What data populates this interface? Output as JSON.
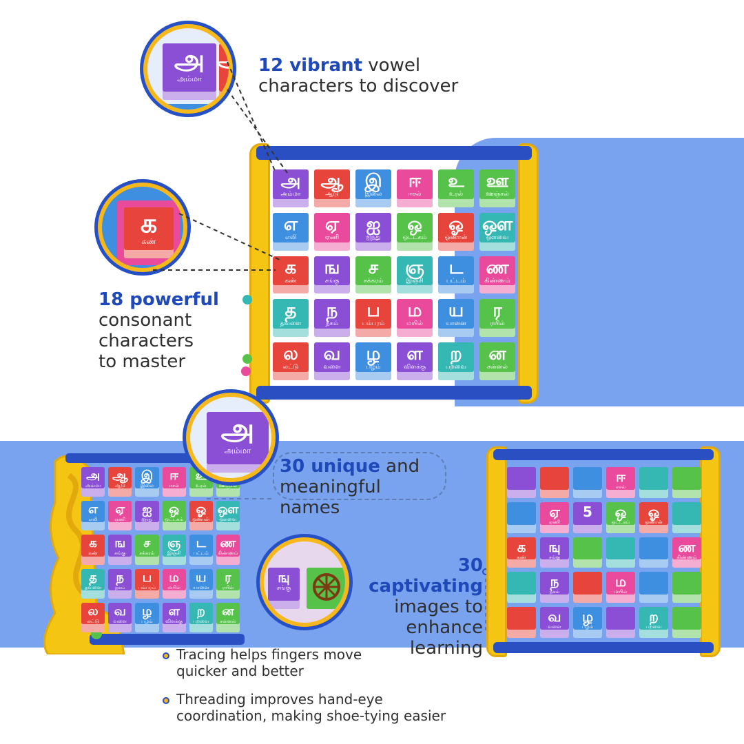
{
  "features": {
    "vowels": {
      "highlight": "12 vibrant",
      "rest1": " vowel",
      "rest2": "characters to discover"
    },
    "consonants": {
      "highlight": "18 powerful",
      "line2": "consonant",
      "line3": "characters",
      "line4": "to master"
    },
    "names": {
      "highlight": "30 unique",
      "rest1": " and",
      "rest2": "meaningful names"
    },
    "images": {
      "highlight": "30 captivating",
      "line2": "images to",
      "line3": "enhance learning"
    }
  },
  "bullets": [
    {
      "line1": "Tracing helps fingers move",
      "line2": "quicker and better"
    },
    {
      "line1": "Threading improves hand-eye",
      "line2": "coordination, making shoe-tying easier"
    }
  ],
  "callouts": {
    "vowel_zoom": {
      "char": "அ",
      "word": "அம்மா",
      "side": "ஆ"
    },
    "consonant_zoom": {
      "char": "க",
      "word": "கண்"
    },
    "name_zoom": {
      "char": "அ",
      "word": "அம்மா"
    },
    "image_zoom": {
      "char": "ஙு",
      "word": "சங்கு"
    }
  },
  "main_board": {
    "rows": [
      [
        {
          "ch": "அ",
          "wd": "அம்மா",
          "c": "purple"
        },
        {
          "ch": "ஆ",
          "wd": "ஆடு",
          "c": "red"
        },
        {
          "ch": "இ",
          "wd": "இலை",
          "c": "blue"
        },
        {
          "ch": "ஈ",
          "wd": "ஈசல்",
          "c": "pink"
        },
        {
          "ch": "உ",
          "wd": "உரல்",
          "c": "green"
        },
        {
          "ch": "ஊ",
          "wd": "ஊஞ்சல்",
          "c": "green"
        }
      ],
      [
        {
          "ch": "எ",
          "wd": "எலி",
          "c": "blue"
        },
        {
          "ch": "ஏ",
          "wd": "ஏணி",
          "c": "pink"
        },
        {
          "ch": "ஐ",
          "wd": "ஐந்து",
          "c": "purple"
        },
        {
          "ch": "ஒ",
          "wd": "ஒட்டகம்",
          "c": "green"
        },
        {
          "ch": "ஓ",
          "wd": "ஓணான்",
          "c": "red"
        },
        {
          "ch": "ஔ",
          "wd": "ஔவை",
          "c": "teal"
        }
      ],
      [
        {
          "ch": "க",
          "wd": "கண்",
          "c": "red"
        },
        {
          "ch": "ங",
          "wd": "சங்கு",
          "c": "purple"
        },
        {
          "ch": "ச",
          "wd": "சக்கரம்",
          "c": "green"
        },
        {
          "ch": "ஞ",
          "wd": "இஞ்சி",
          "c": "teal"
        },
        {
          "ch": "ட",
          "wd": "பட்டம்",
          "c": "blue"
        },
        {
          "ch": "ண",
          "wd": "கிண்ணம்",
          "c": "pink"
        }
      ],
      [
        {
          "ch": "த",
          "wd": "தவளை",
          "c": "teal"
        },
        {
          "ch": "ந",
          "wd": "நகம்",
          "c": "purple"
        },
        {
          "ch": "ப",
          "wd": "பம்பரம்",
          "c": "red"
        },
        {
          "ch": "ம",
          "wd": "மயில்",
          "c": "pink"
        },
        {
          "ch": "ய",
          "wd": "யானை",
          "c": "blue"
        },
        {
          "ch": "ர",
          "wd": "ரயில்",
          "c": "green"
        }
      ],
      [
        {
          "ch": "ல",
          "wd": "லட்டு",
          "c": "red"
        },
        {
          "ch": "வ",
          "wd": "வளை",
          "c": "purple"
        },
        {
          "ch": "ழ",
          "wd": "பழம்",
          "c": "blue"
        },
        {
          "ch": "ள",
          "wd": "விளக்கு",
          "c": "purple"
        },
        {
          "ch": "ற",
          "wd": "பறவை",
          "c": "teal"
        },
        {
          "ch": "ன",
          "wd": "சன்னல்",
          "c": "green"
        }
      ]
    ]
  },
  "side_board": {
    "rows": [
      [
        {
          "ch": "அ",
          "wd": "அம்மா",
          "c": "purple"
        },
        {
          "ch": "ஆ",
          "wd": "ஆடு",
          "c": "red"
        },
        {
          "ch": "இ",
          "wd": "இலை",
          "c": "blue"
        },
        {
          "ch": "ஈ",
          "wd": "ஈசல்",
          "c": "pink"
        },
        {
          "ch": "உ",
          "wd": "உரல்",
          "c": "green"
        },
        {
          "ch": "ஊ",
          "wd": "ஊஞ்சல்",
          "c": "green"
        }
      ],
      [
        {
          "ch": "எ",
          "wd": "எலி",
          "c": "blue"
        },
        {
          "ch": "ஏ",
          "wd": "ஏணி",
          "c": "pink"
        },
        {
          "ch": "ஐ",
          "wd": "ஐந்து",
          "c": "purple"
        },
        {
          "ch": "ஒ",
          "wd": "ஒட்டகம்",
          "c": "green"
        },
        {
          "ch": "ஓ",
          "wd": "ஓணான்",
          "c": "red"
        },
        {
          "ch": "ஔ",
          "wd": "ஔவை",
          "c": "teal"
        }
      ],
      [
        {
          "ch": "க",
          "wd": "கண்",
          "c": "red"
        },
        {
          "ch": "ங",
          "wd": "சங்கு",
          "c": "purple"
        },
        {
          "ch": "ச",
          "wd": "சக்கரம்",
          "c": "green"
        },
        {
          "ch": "ஞ",
          "wd": "இஞ்சி",
          "c": "teal"
        },
        {
          "ch": "ட",
          "wd": "பட்டம்",
          "c": "blue"
        },
        {
          "ch": "ண",
          "wd": "கிண்ணம்",
          "c": "pink"
        }
      ],
      [
        {
          "ch": "த",
          "wd": "தவளை",
          "c": "teal"
        },
        {
          "ch": "ந",
          "wd": "நகம்",
          "c": "purple"
        },
        {
          "ch": "ப",
          "wd": "பம்பரம்",
          "c": "red"
        },
        {
          "ch": "ம",
          "wd": "மயில்",
          "c": "pink"
        },
        {
          "ch": "ய",
          "wd": "யானை",
          "c": "blue"
        },
        {
          "ch": "ர",
          "wd": "ரயில்",
          "c": "green"
        }
      ],
      [
        {
          "ch": "ல",
          "wd": "லட்டு",
          "c": "red"
        },
        {
          "ch": "வ",
          "wd": "வளை",
          "c": "purple"
        },
        {
          "ch": "ழ",
          "wd": "பழம்",
          "c": "blue"
        },
        {
          "ch": "ள",
          "wd": "விளக்கு",
          "c": "purple"
        },
        {
          "ch": "ற",
          "wd": "பறவை",
          "c": "teal"
        },
        {
          "ch": "ன",
          "wd": "சன்னல்",
          "c": "green"
        }
      ]
    ]
  },
  "image_board": {
    "rows": [
      [
        {
          "ch": "",
          "wd": "",
          "c": "purple"
        },
        {
          "ch": "",
          "wd": "",
          "c": "red"
        },
        {
          "ch": "",
          "wd": "",
          "c": "blue"
        },
        {
          "ch": "ஈ",
          "wd": "ஈசல்",
          "c": "pink"
        },
        {
          "ch": "",
          "wd": "",
          "c": "teal"
        },
        {
          "ch": "",
          "wd": "",
          "c": "green"
        }
      ],
      [
        {
          "ch": "",
          "wd": "",
          "c": "blue"
        },
        {
          "ch": "ஏ",
          "wd": "ஏணி",
          "c": "pink"
        },
        {
          "ch": "5",
          "wd": "",
          "c": "purple"
        },
        {
          "ch": "ஒ",
          "wd": "ஒட்டகம்",
          "c": "green"
        },
        {
          "ch": "ஓ",
          "wd": "ஓணான்",
          "c": "red"
        },
        {
          "ch": "",
          "wd": "",
          "c": "teal"
        }
      ],
      [
        {
          "ch": "க",
          "wd": "கண்",
          "c": "red"
        },
        {
          "ch": "ஙு",
          "wd": "சங்கு",
          "c": "purple"
        },
        {
          "ch": "",
          "wd": "",
          "c": "green"
        },
        {
          "ch": "",
          "wd": "",
          "c": "teal"
        },
        {
          "ch": "",
          "wd": "",
          "c": "blue"
        },
        {
          "ch": "ண",
          "wd": "கிண்ணம்",
          "c": "pink"
        }
      ],
      [
        {
          "ch": "",
          "wd": "",
          "c": "teal"
        },
        {
          "ch": "ந",
          "wd": "நகம்",
          "c": "purple"
        },
        {
          "ch": "",
          "wd": "",
          "c": "red"
        },
        {
          "ch": "ம",
          "wd": "மயில்",
          "c": "pink"
        },
        {
          "ch": "",
          "wd": "",
          "c": "blue"
        },
        {
          "ch": "",
          "wd": "",
          "c": "green"
        }
      ],
      [
        {
          "ch": "",
          "wd": "",
          "c": "red"
        },
        {
          "ch": "வ",
          "wd": "வளை",
          "c": "purple"
        },
        {
          "ch": "ழ",
          "wd": "பழம்",
          "c": "blue"
        },
        {
          "ch": "",
          "wd": "",
          "c": "purple"
        },
        {
          "ch": "ற",
          "wd": "பறவை",
          "c": "teal"
        },
        {
          "ch": "",
          "wd": "",
          "c": "green"
        }
      ]
    ]
  },
  "colors": {
    "brand_blue": "#1f48b8",
    "band_blue": "#7aa3ef",
    "frame_yellow": "#f5c514",
    "frame_blue": "#2a4fc3"
  }
}
